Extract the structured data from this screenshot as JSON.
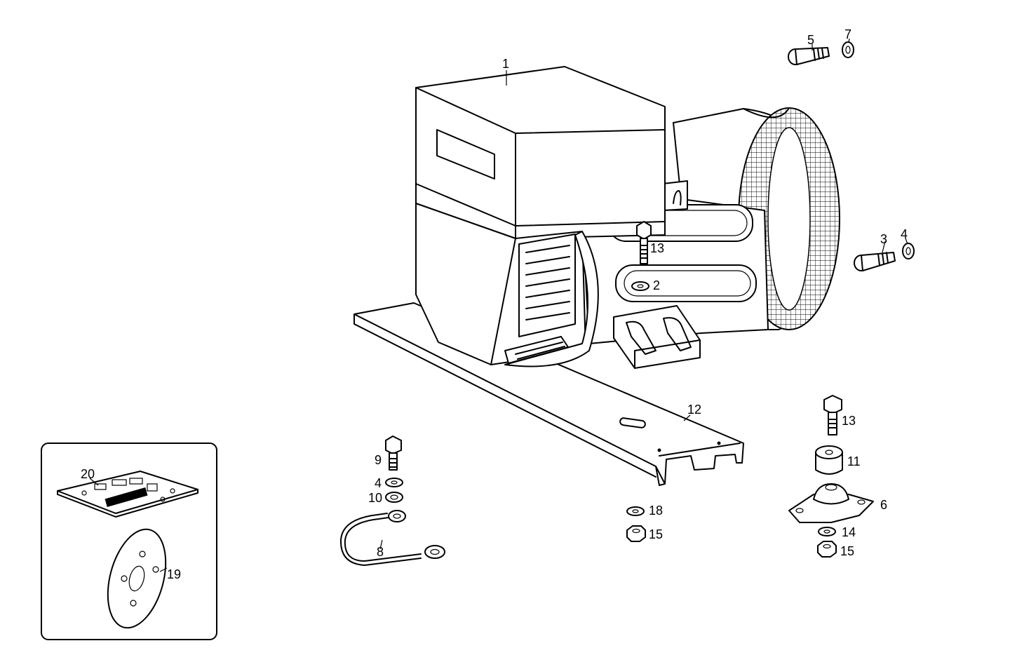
{
  "parts": [
    {
      "id": "p1",
      "label": "1"
    },
    {
      "id": "p2",
      "label": "2"
    },
    {
      "id": "p3",
      "label": "3"
    },
    {
      "id": "p4a",
      "label": "4"
    },
    {
      "id": "p4b",
      "label": "4"
    },
    {
      "id": "p5",
      "label": "5"
    },
    {
      "id": "p6",
      "label": "6"
    },
    {
      "id": "p7",
      "label": "7"
    },
    {
      "id": "p8",
      "label": "8"
    },
    {
      "id": "p9",
      "label": "9"
    },
    {
      "id": "p10",
      "label": "10"
    },
    {
      "id": "p11",
      "label": "11"
    },
    {
      "id": "p12",
      "label": "12"
    },
    {
      "id": "p13a",
      "label": "13"
    },
    {
      "id": "p13b",
      "label": "13"
    },
    {
      "id": "p14",
      "label": "14"
    },
    {
      "id": "p15a",
      "label": "15"
    },
    {
      "id": "p15b",
      "label": "15"
    },
    {
      "id": "p18",
      "label": "18"
    },
    {
      "id": "p19",
      "label": "19"
    },
    {
      "id": "p20",
      "label": "20"
    }
  ]
}
